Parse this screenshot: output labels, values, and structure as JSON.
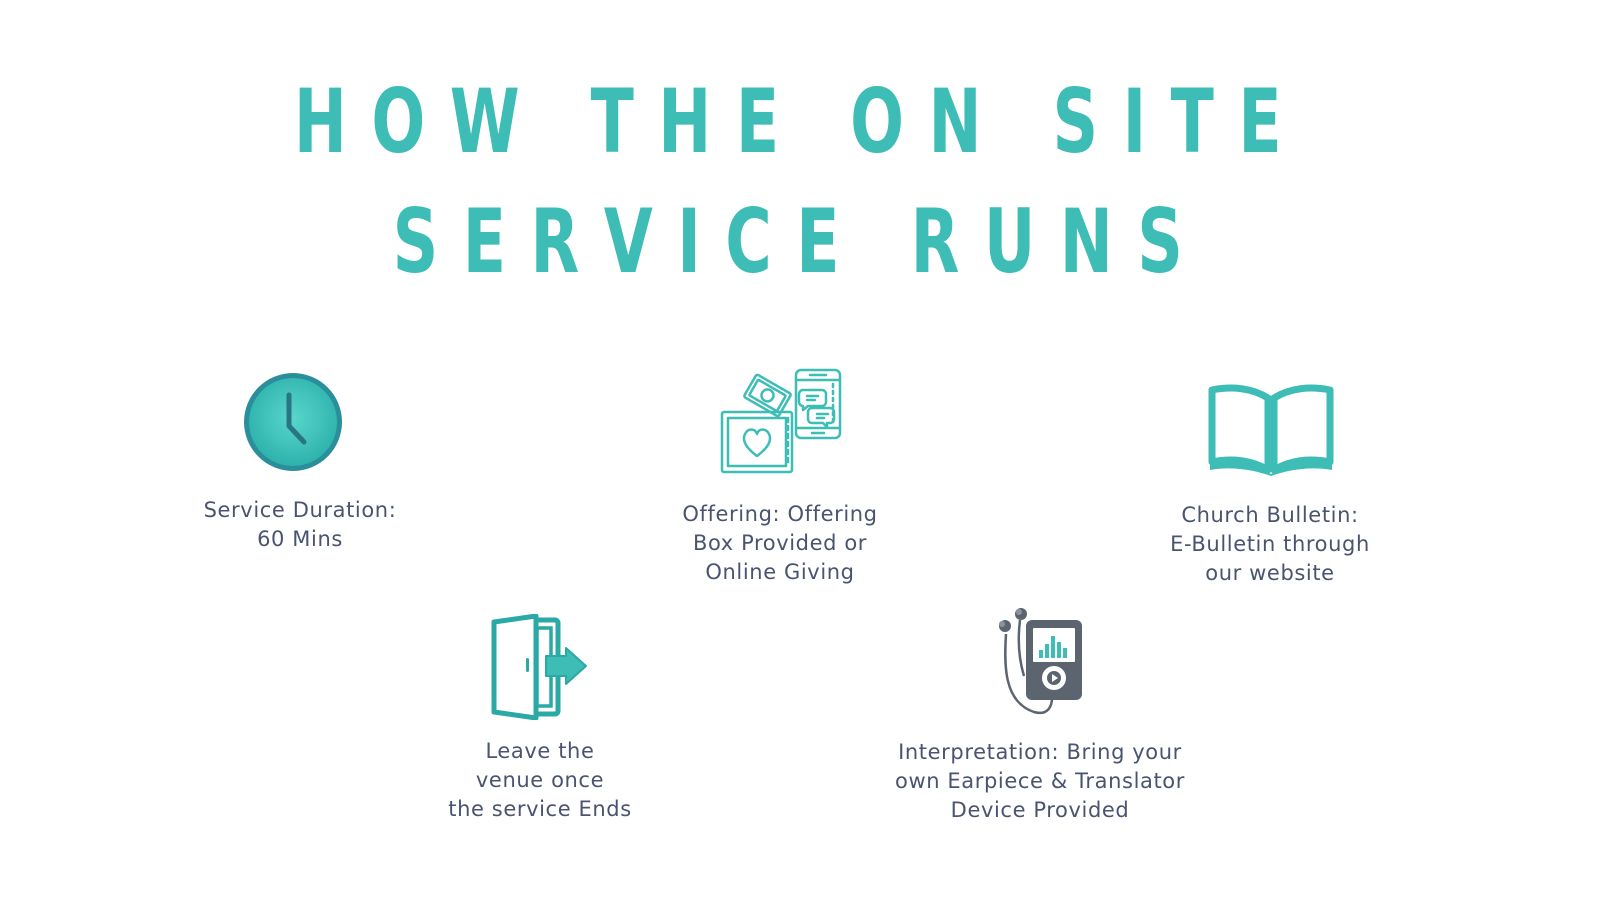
{
  "title": {
    "line1": "HOW THE ON SITE",
    "line2": "SERVICE RUNS"
  },
  "colors": {
    "accent": "#3dbdb5",
    "accent_dark": "#2a8f9a",
    "text": "#4a5470",
    "device": "#5c6470"
  },
  "items": [
    {
      "icon": "clock-icon",
      "lines": [
        "Service Duration:",
        "60 Mins"
      ]
    },
    {
      "icon": "offering-box-phone-icon",
      "lines": [
        "Offering: Offering",
        "Box Provided or",
        "Online Giving"
      ]
    },
    {
      "icon": "open-book-icon",
      "lines": [
        "Church Bulletin:",
        "E-Bulletin through",
        "our website"
      ]
    },
    {
      "icon": "exit-door-icon",
      "lines": [
        "Leave the",
        "venue once",
        "the service Ends"
      ]
    },
    {
      "icon": "audio-player-earphones-icon",
      "lines": [
        "Interpretation: Bring your",
        "own Earpiece & Translator",
        "Device Provided"
      ]
    }
  ]
}
